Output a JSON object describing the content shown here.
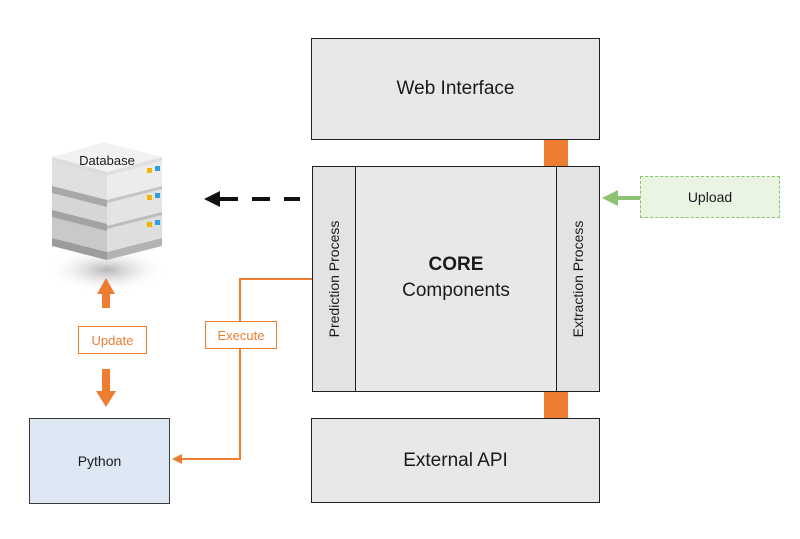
{
  "nodes": {
    "web_interface": "Web Interface",
    "core_title": "CORE",
    "core_subtitle": "Components",
    "prediction_process": "Prediction Process",
    "extraction_process": "Extraction Process",
    "external_api": "External API",
    "database": "Database",
    "python": "Python",
    "upload": "Upload"
  },
  "edge_labels": {
    "update": "Update",
    "execute": "Execute"
  },
  "colors": {
    "orange_arrow": "#ed7d31",
    "green_arrow": "#8cc272",
    "box_fill": "#e8e8e8",
    "python_fill": "#dde8f4",
    "upload_fill": "#eaf4e3"
  },
  "icons": {
    "database": "server-stack-icon"
  }
}
